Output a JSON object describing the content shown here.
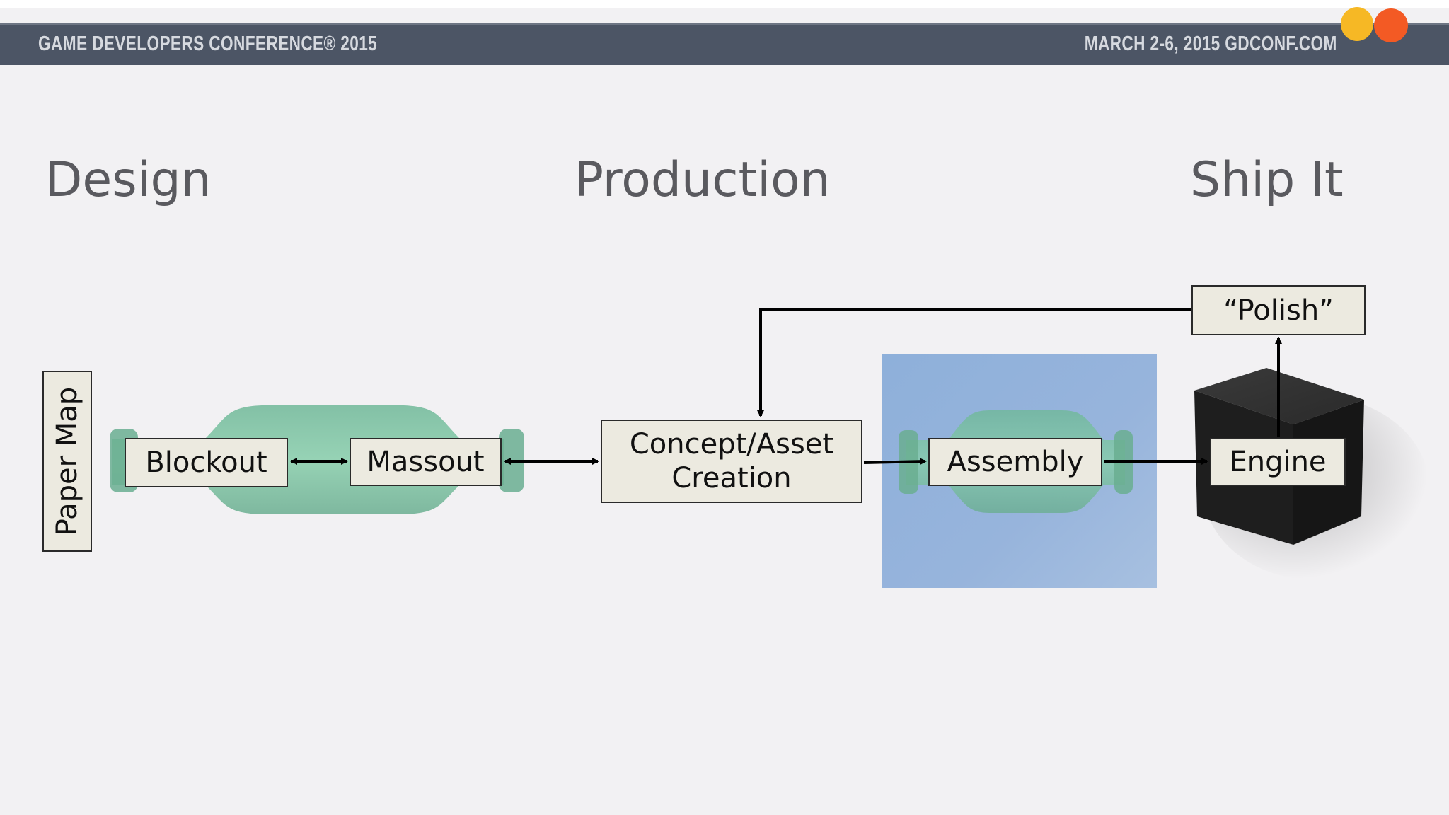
{
  "header": {
    "left_text": "GAME DEVELOPERS CONFERENCE® 2015",
    "right_text": "MARCH 2-6, 2015  GDCONF.COM",
    "bar_color": "#4c5565",
    "logo_colors": [
      "#f6b825",
      "#f35a24"
    ]
  },
  "phases": {
    "design": "Design",
    "production": "Production",
    "ship_it": "Ship It"
  },
  "nodes": {
    "paper_map": "Paper Map",
    "blockout": "Blockout",
    "massout": "Massout",
    "concept_asset_creation": "Concept/Asset\nCreation",
    "assembly": "Assembly",
    "engine": "Engine",
    "polish": "“Polish”"
  },
  "colors": {
    "bottle": "#7fc4a4",
    "assembly_highlight": "#95b3db",
    "box_fill": "#eceae0",
    "cube": "#222222"
  },
  "edges": [
    {
      "from": "Blockout",
      "to": "Massout",
      "direction": "both"
    },
    {
      "from": "Massout",
      "to": "Concept/Asset Creation",
      "direction": "both"
    },
    {
      "from": "Concept/Asset Creation",
      "to": "Assembly",
      "direction": "forward"
    },
    {
      "from": "Assembly",
      "to": "Engine",
      "direction": "forward"
    },
    {
      "from": "Engine",
      "to": "Polish",
      "direction": "forward"
    },
    {
      "from": "Polish",
      "to": "Concept/Asset Creation",
      "direction": "forward"
    }
  ]
}
